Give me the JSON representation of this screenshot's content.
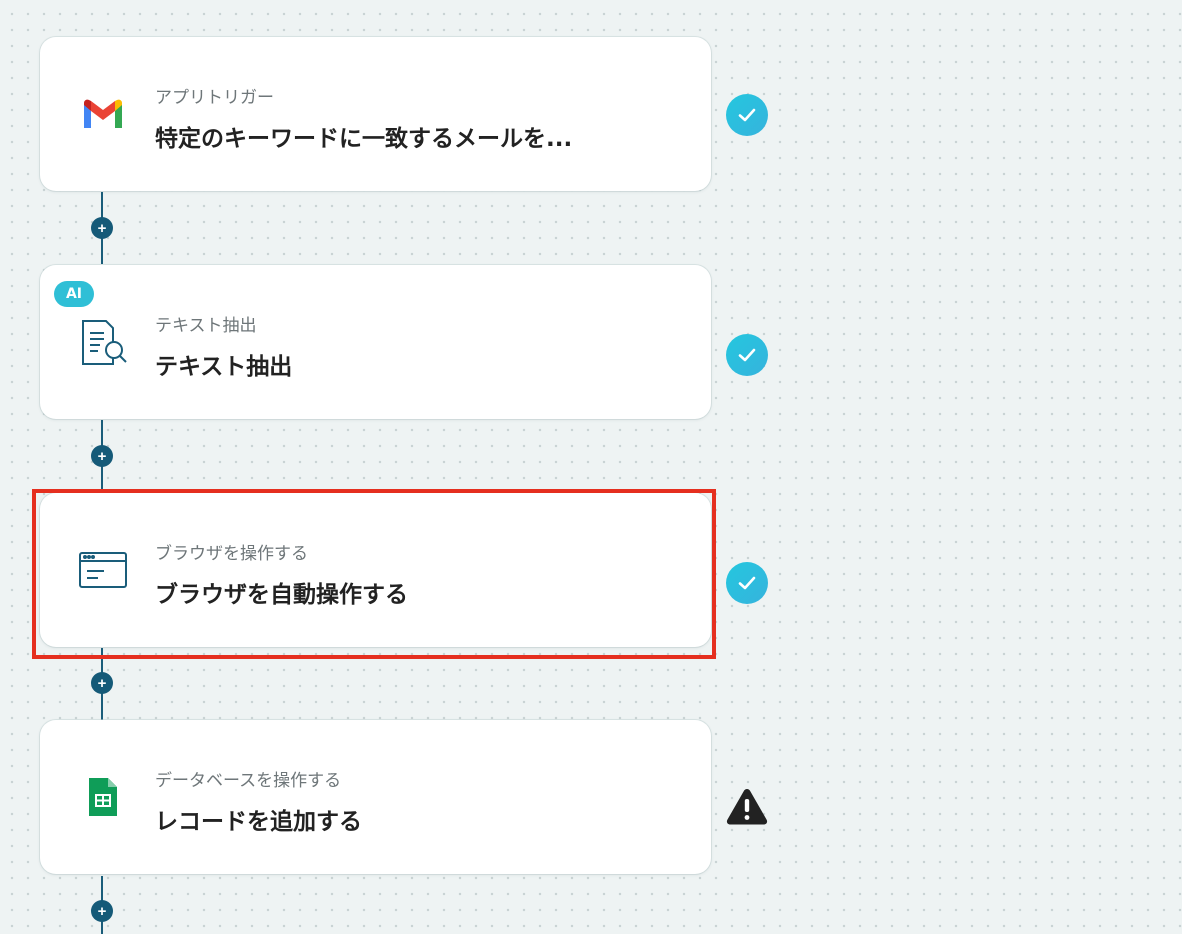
{
  "steps": [
    {
      "subtitle": "アプリトリガー",
      "title": "特定のキーワードに一致するメールを...",
      "icon": "gmail-icon",
      "status": "complete"
    },
    {
      "subtitle": "テキスト抽出",
      "title": "テキスト抽出",
      "icon": "document-search-icon",
      "badge": "AI",
      "status": "complete"
    },
    {
      "subtitle": "ブラウザを操作する",
      "title": "ブラウザを自動操作する",
      "icon": "browser-window-icon",
      "status": "complete",
      "highlighted": true
    },
    {
      "subtitle": "データベースを操作する",
      "title": "レコードを追加する",
      "icon": "google-sheets-icon",
      "status": "warning"
    }
  ],
  "add_step_glyph": "+",
  "colors": {
    "accent": "#155a78",
    "check": "#29bfdd",
    "highlight": "#e52f1f",
    "warning": "#222222"
  }
}
